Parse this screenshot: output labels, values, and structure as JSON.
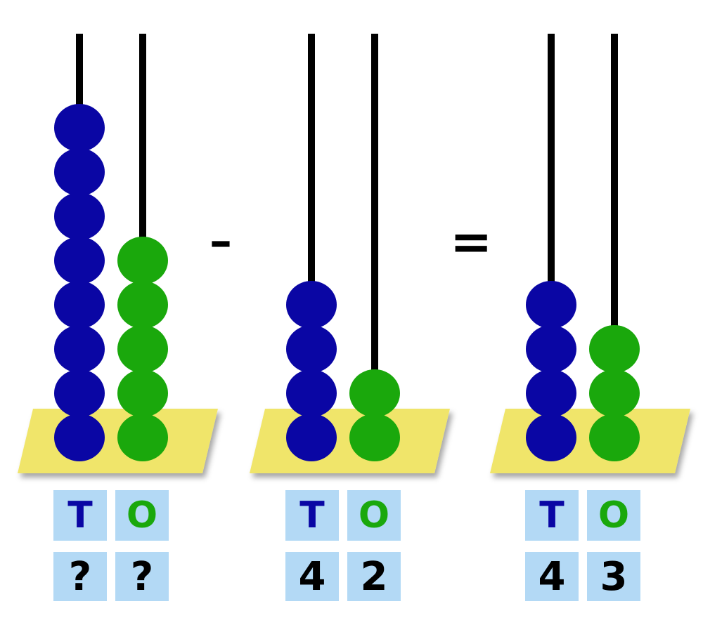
{
  "colors": {
    "tens_bead": "#0a06a4",
    "ones_bead": "#1aa80c",
    "rod": "#000000",
    "base": "#f0e56a",
    "box": "#b3d9f5",
    "tens_label": "#0a06a4",
    "ones_label": "#1aa80c"
  },
  "operators": {
    "minus": "–",
    "equals": "="
  },
  "abacuses": [
    {
      "tens_count": 8,
      "ones_count": 5,
      "labels": {
        "tens": "T",
        "ones": "O"
      },
      "values": {
        "tens": "?",
        "ones": "?"
      }
    },
    {
      "tens_count": 4,
      "ones_count": 2,
      "labels": {
        "tens": "T",
        "ones": "O"
      },
      "values": {
        "tens": "4",
        "ones": "2"
      }
    },
    {
      "tens_count": 4,
      "ones_count": 3,
      "labels": {
        "tens": "T",
        "ones": "O"
      },
      "values": {
        "tens": "4",
        "ones": "3"
      }
    }
  ]
}
